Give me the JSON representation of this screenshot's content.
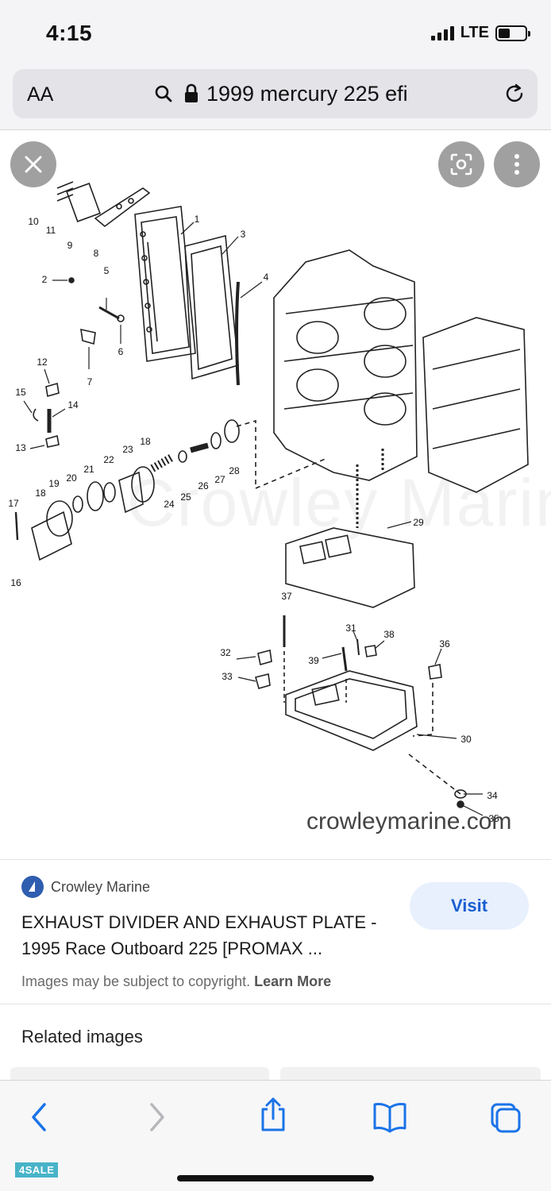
{
  "status_bar": {
    "time": "4:15",
    "network": "LTE",
    "battery_level": 0.45
  },
  "browser": {
    "text_size_label": "AA",
    "url": "1999 mercury 225 efi",
    "icons": [
      "search-icon",
      "lock-icon",
      "reload-icon"
    ]
  },
  "viewer": {
    "watermark": "Crowley Marine",
    "source_mark": "crowleymarine.com",
    "part_numbers": [
      "1",
      "2",
      "3",
      "4",
      "5",
      "6",
      "7",
      "8",
      "9",
      "10",
      "11",
      "12",
      "13",
      "14",
      "15",
      "16",
      "17",
      "18",
      "18",
      "19",
      "20",
      "21",
      "22",
      "23",
      "24",
      "25",
      "26",
      "27",
      "28",
      "29",
      "30",
      "31",
      "32",
      "33",
      "34",
      "35",
      "36",
      "37",
      "38",
      "39"
    ]
  },
  "result": {
    "site": "Crowley Marine",
    "title": "EXHAUST DIVIDER AND EXHAUST PLATE - 1995 Race Outboard 225 [PROMAX ...",
    "visit_label": "Visit",
    "copyright_text": "Images may be subject to copyright.",
    "learn_more": "Learn More"
  },
  "related": {
    "heading": "Related images"
  },
  "toolbar": {
    "items": [
      "back-icon",
      "forward-icon",
      "share-icon",
      "bookmarks-icon",
      "tabs-icon"
    ]
  },
  "badge": "4SALE"
}
